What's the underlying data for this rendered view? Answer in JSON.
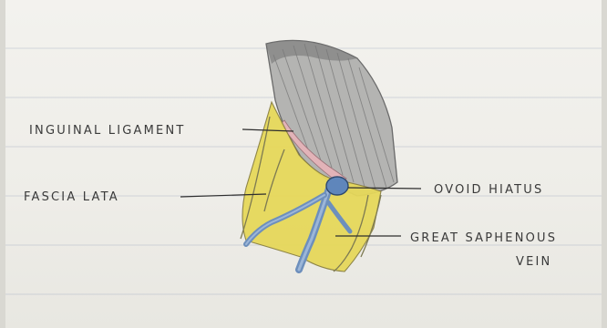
{
  "labels": {
    "inguinal_ligament": "INGUINAL LIGAMENT",
    "fascia_lata": "FASCIA LATA",
    "ovoid_hiatus": "OVOID HIATUS",
    "great_saphenous_line1": "GREAT SAPHENOUS",
    "great_saphenous_line2": "VEIN"
  },
  "colors": {
    "paper": "#efeee9",
    "pencil": "#3a3a3a",
    "muscle_grey": "#a8a8a8",
    "fascia_yellow": "#e6d85a",
    "vein_blue": "#7f9fc8",
    "ligament_pink": "#e2b3b8"
  }
}
